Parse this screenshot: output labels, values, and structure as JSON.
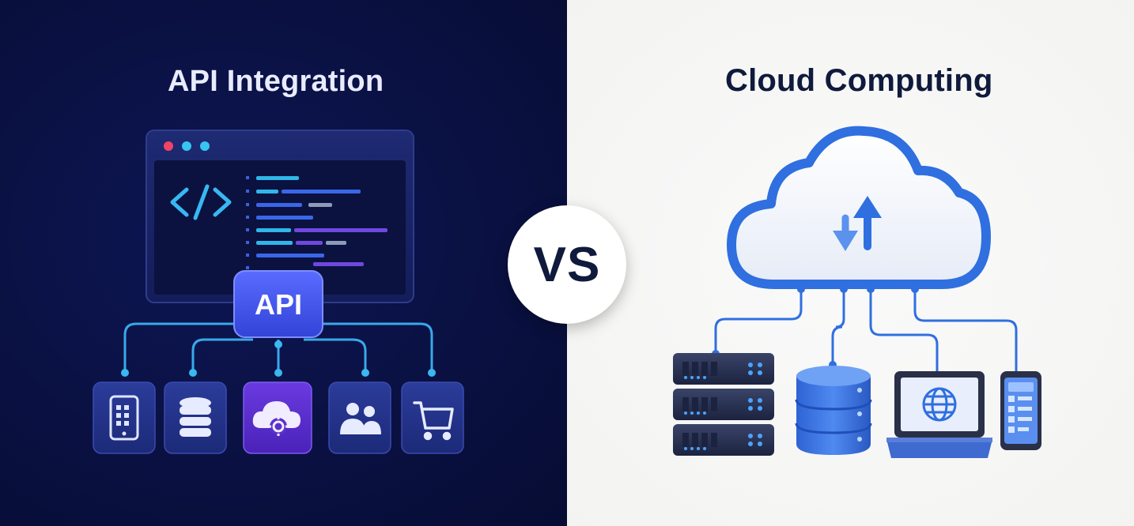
{
  "left": {
    "title": "API Integration",
    "hub_label": "API",
    "code_symbol": "</>",
    "window_dots": [
      "#ef4466",
      "#36c6f0",
      "#36c6f0"
    ],
    "accent": "#4a5cf0",
    "tile_icons": [
      "smartphone-icon",
      "database-icon",
      "cloud-gear-icon",
      "users-icon",
      "shopping-cart-icon"
    ]
  },
  "center": {
    "vs_label": "VS"
  },
  "right": {
    "title": "Cloud Computing",
    "accent": "#3b7ae6",
    "devices": [
      "server-rack-icon",
      "database-icon",
      "laptop-globe-icon",
      "smartphone-icon"
    ]
  }
}
